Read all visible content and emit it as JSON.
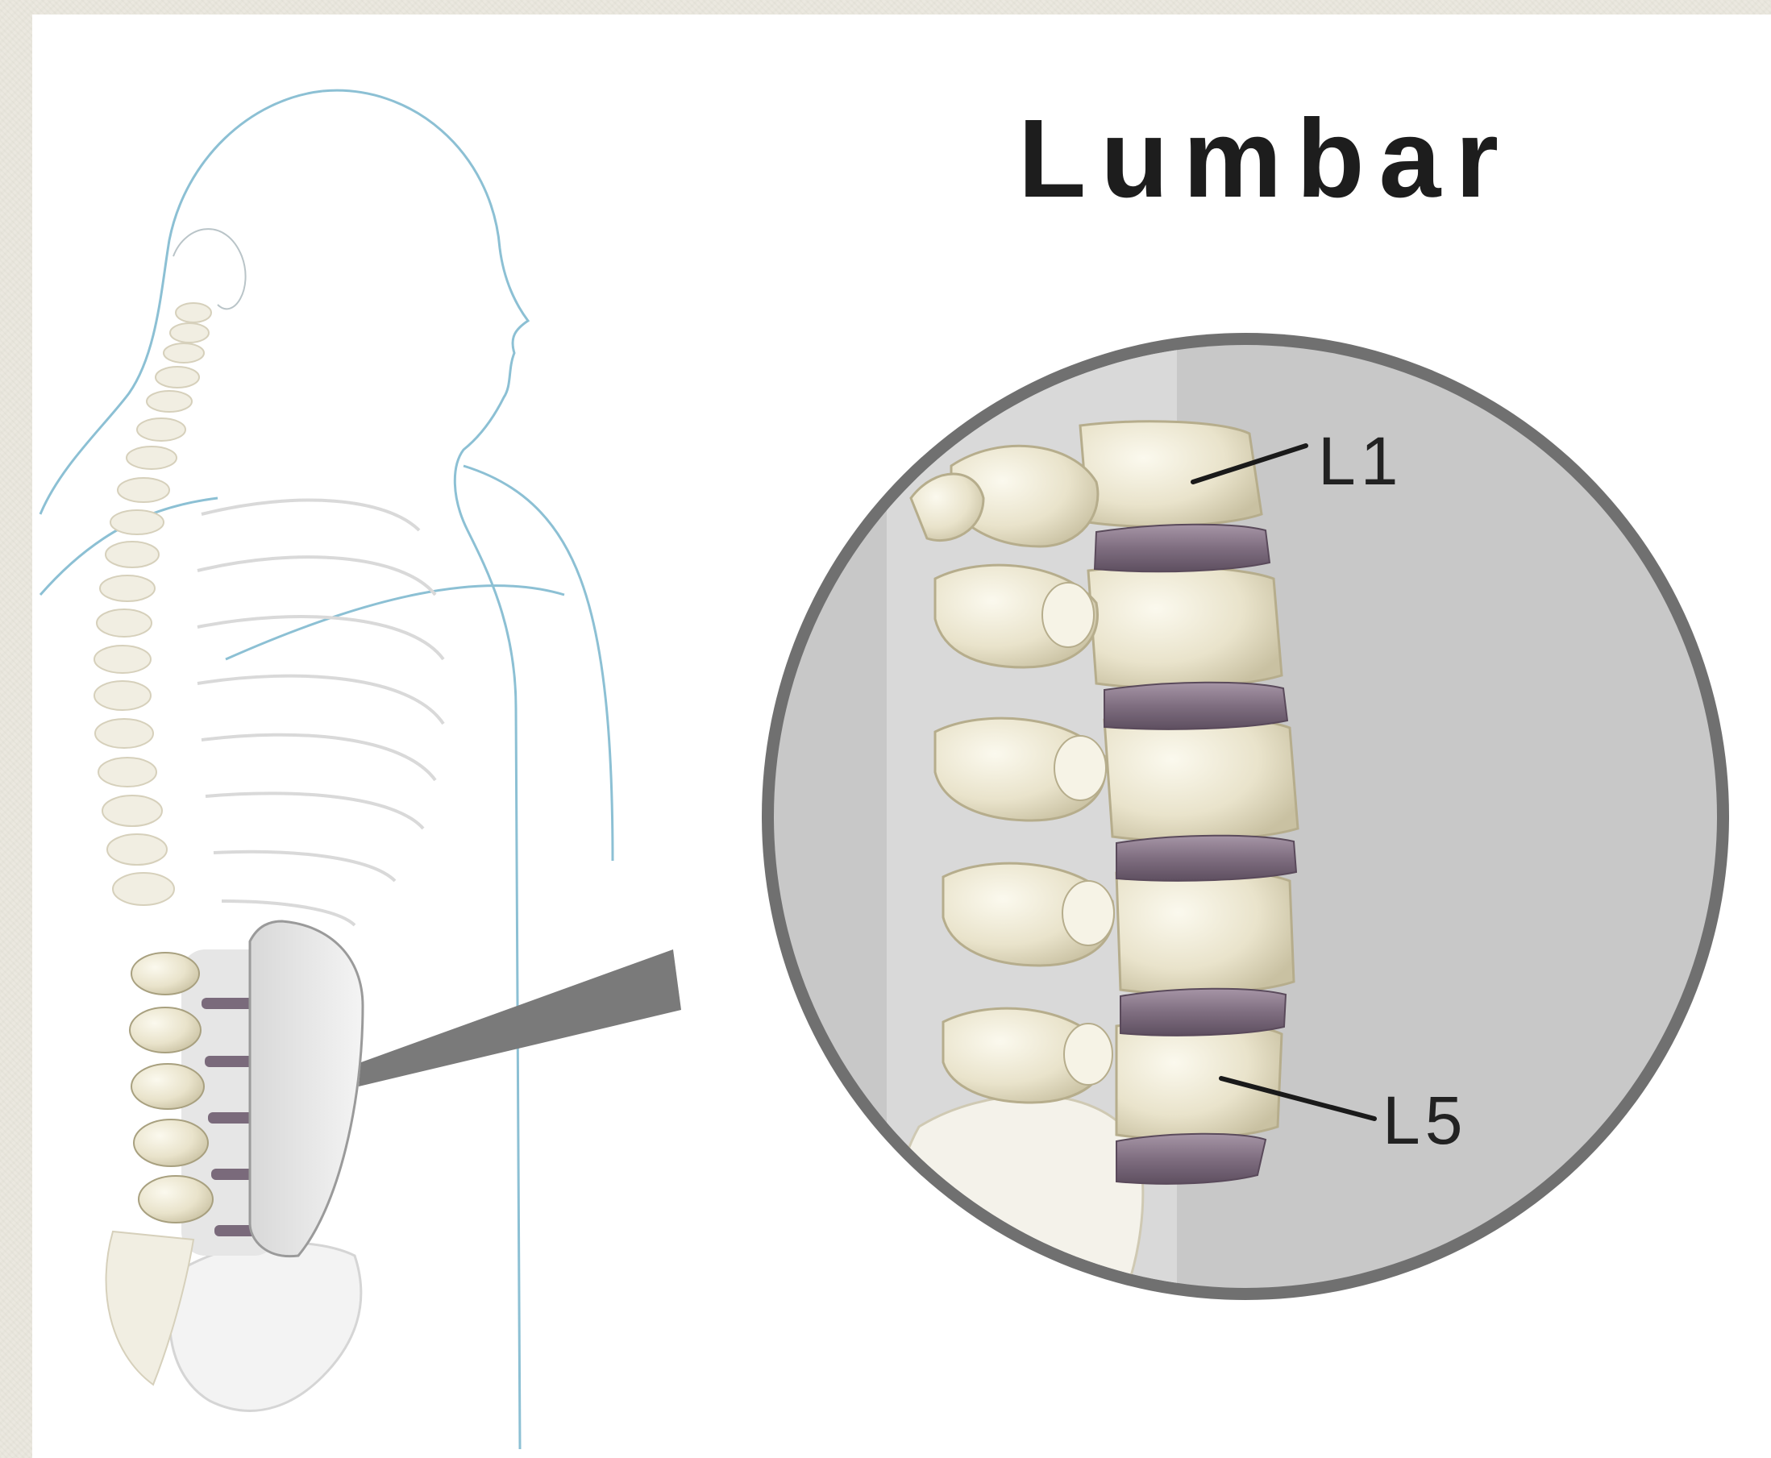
{
  "diagram": {
    "title": "Lumbar",
    "labels": {
      "top_vertebra": "L1",
      "bottom_vertebra": "L5"
    },
    "colors": {
      "background": "#ffffff",
      "zoom_circle_fill": "#c8c8c8",
      "zoom_circle_rim": "#6f6f6f",
      "bone": "#ece7d2",
      "disc": "#8b7a8c",
      "body_outline": "#8cc0d4"
    }
  }
}
